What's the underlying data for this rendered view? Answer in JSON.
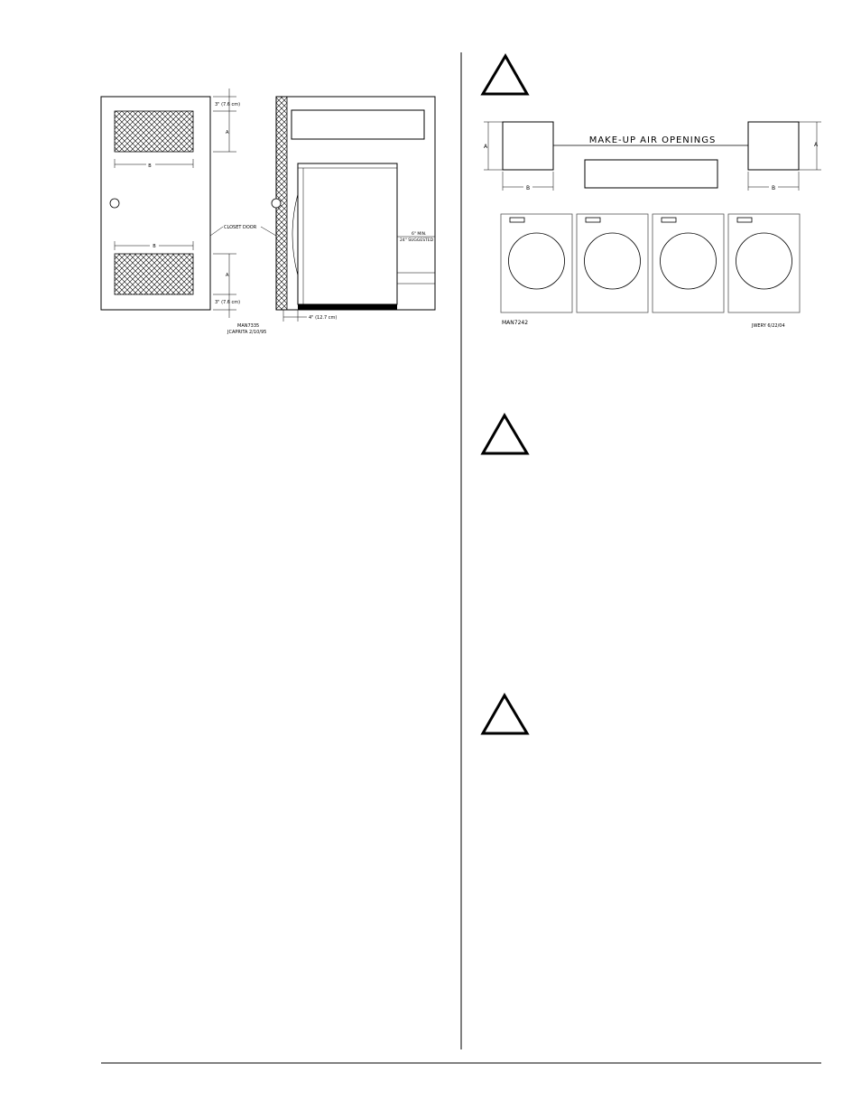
{
  "left_figure": {
    "dim_top": "3\" (7.6 cm)",
    "dim_bottom": "3\" (7.6 cm)",
    "label_a_top": "A",
    "label_a_bottom": "A",
    "label_b_top": "B",
    "label_b_bottom": "B",
    "closet_door": "CLOSET DOOR",
    "clearance_min": "6\" MIN.",
    "clearance_suggested": "24\" SUGGESTED",
    "dim_rear": "4\" (12.7 cm)",
    "drawing_id": "MAN7335",
    "drawing_author": "JCAPRITA 2/10/95"
  },
  "right_figure": {
    "title": "MAKE-UP AIR OPENINGS",
    "label_a_left": "A",
    "label_a_right": "A",
    "label_b_left": "B",
    "label_b_right": "B",
    "drawing_id": "MAN7242",
    "drawing_author": "JWERY 6/22/04",
    "dryer_count": 4
  },
  "warnings": [
    {
      "icon": "warning-triangle-icon"
    },
    {
      "icon": "warning-triangle-icon"
    },
    {
      "icon": "warning-triangle-icon"
    }
  ]
}
